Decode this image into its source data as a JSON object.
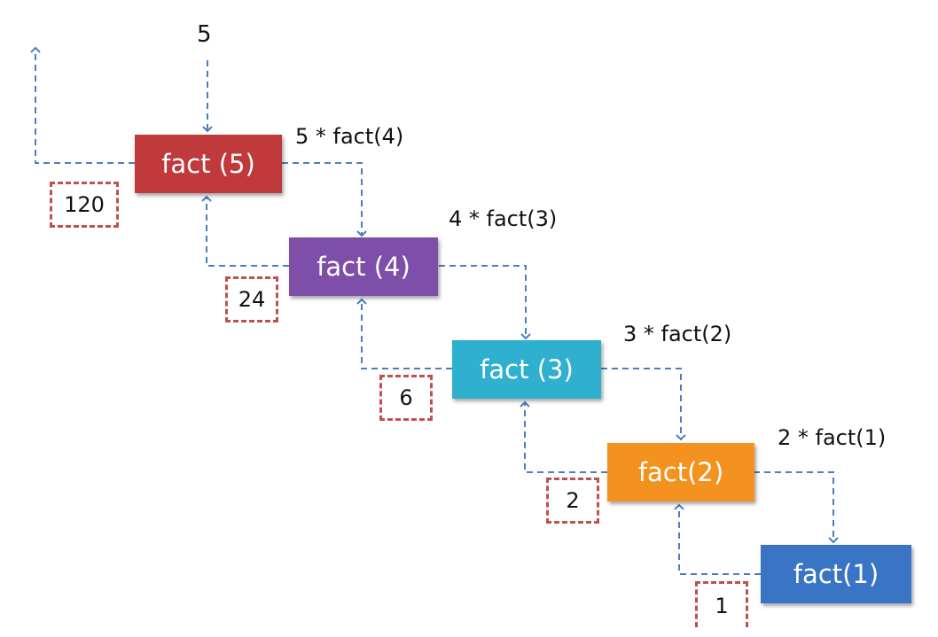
{
  "input_value": "5",
  "calls": [
    {
      "label": "fact (5)",
      "color": "#c0393b",
      "expr": "5 * fact(4)",
      "returns": "120"
    },
    {
      "label": "fact (4)",
      "color": "#7e4fa8",
      "expr": "4 * fact(3)",
      "returns": "24"
    },
    {
      "label": "fact (3)",
      "color": "#2fb0cf",
      "expr": "3 * fact(2)",
      "returns": "6"
    },
    {
      "label": "fact(2)",
      "color": "#f4921f",
      "expr": "2 * fact(1)",
      "returns": "2"
    },
    {
      "label": "fact(1)",
      "color": "#3a74c4",
      "returns": "1"
    }
  ],
  "colors": {
    "arrow": "#4a7ec2",
    "return_box": "#c0504d"
  }
}
